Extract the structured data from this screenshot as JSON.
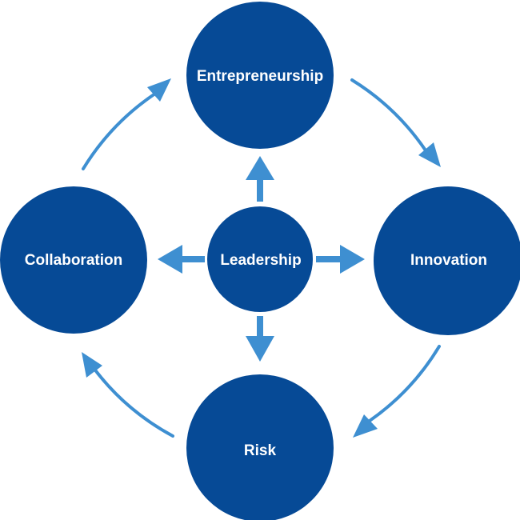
{
  "colors": {
    "node_fill": "#064a96",
    "arrow": "#3e8fd1",
    "label": "#ffffff",
    "background": "#ffffff"
  },
  "nodes": {
    "center": {
      "label": "Leadership"
    },
    "top": {
      "label": "Entrepreneurship"
    },
    "right": {
      "label": "Innovation"
    },
    "bottom": {
      "label": "Risk"
    },
    "left": {
      "label": "Collaboration"
    }
  },
  "cycle_order": [
    "Entrepreneurship",
    "Innovation",
    "Risk",
    "Collaboration"
  ]
}
